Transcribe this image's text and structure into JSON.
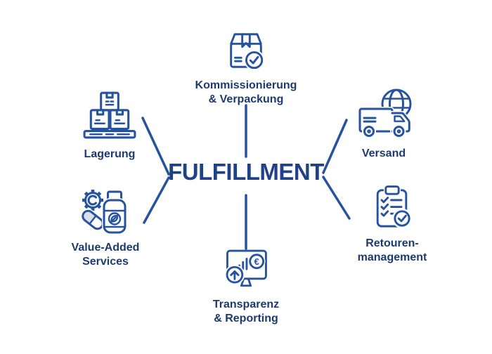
{
  "title": "FULFILLMENT",
  "palette": {
    "background": "#ffffff",
    "label_text": "#1d3a70",
    "title_text": "#1f4287",
    "line_stroke": "#26539f",
    "soft_fill": "#d8e0ee"
  },
  "nodes": [
    {
      "id": "kommissionierung-verpackung",
      "icon": "package-check-icon",
      "line1": "Kommissionierung",
      "line2": "& Verpackung"
    },
    {
      "id": "lagerung",
      "icon": "pallet-boxes-icon",
      "line1": "Lagerung",
      "line2": ""
    },
    {
      "id": "versand",
      "icon": "truck-globe-icon",
      "line1": "Versand",
      "line2": ""
    },
    {
      "id": "value-added-services",
      "icon": "gear-pill-jar-icon",
      "line1": "Value-Added",
      "line2": "Services"
    },
    {
      "id": "retourenmanagement",
      "icon": "clipboard-check-icon",
      "line1": "Retouren-",
      "line2": "management"
    },
    {
      "id": "transparenz-reporting",
      "icon": "monitor-report-icon",
      "line1": "Transparenz",
      "line2": "& Reporting"
    }
  ],
  "icon_symbols": {
    "euro": "€"
  }
}
